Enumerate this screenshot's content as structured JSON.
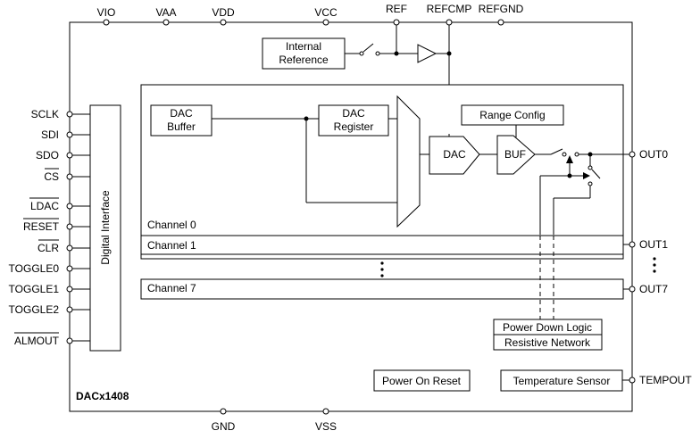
{
  "top_pins": [
    "VIO",
    "VAA",
    "VDD",
    "VCC",
    "REF",
    "REFCMP",
    "REFGND"
  ],
  "bottom_pins": [
    "GND",
    "VSS"
  ],
  "left_pins": [
    "SCLK",
    "SDI",
    "SDO",
    "CS",
    "LDAC",
    "RESET",
    "CLR",
    "TOGGLE0",
    "TOGGLE1",
    "TOGGLE2",
    "ALMOUT"
  ],
  "right_pins": [
    "OUT0",
    "OUT1",
    "OUT7",
    "TEMPOUT"
  ],
  "blocks": {
    "internal_reference": [
      "Internal",
      "Reference"
    ],
    "dac_buffer": [
      "DAC",
      "Buffer"
    ],
    "dac_register": [
      "DAC",
      "Register"
    ],
    "range_config": "Range Config",
    "dac": "DAC",
    "buf": "BUF",
    "digital_interface": "Digital Interface",
    "power_down_logic": "Power Down Logic",
    "resistive_network": "Resistive Network",
    "power_on_reset": "Power On Reset",
    "temperature_sensor": "Temperature Sensor"
  },
  "channels": [
    "Channel 0",
    "Channel 1",
    "Channel 7"
  ],
  "device_name": "DACx1408"
}
